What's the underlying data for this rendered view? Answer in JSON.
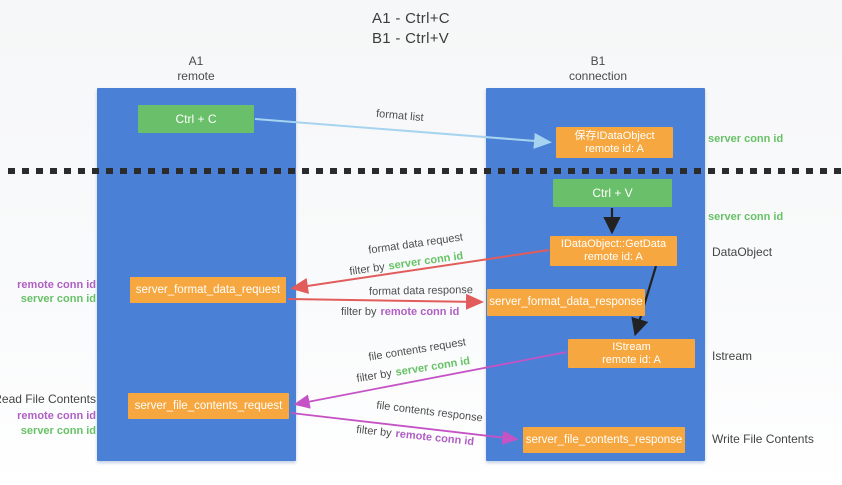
{
  "title": {
    "line1": "A1 - Ctrl+C",
    "line2": "B1 - Ctrl+V"
  },
  "columns": {
    "a": {
      "name": "A1",
      "role": "remote"
    },
    "b": {
      "name": "B1",
      "role": "connection"
    }
  },
  "boxes": {
    "ctrl_c": {
      "label": "Ctrl + C"
    },
    "save_idataobject": {
      "line1": "保存IDataObject",
      "line2": "remote id: A"
    },
    "ctrl_v": {
      "label": "Ctrl + V"
    },
    "getdata": {
      "line1": "IDataObject::GetData",
      "line2": "remote id: A"
    },
    "server_format_data_request": {
      "label": "server_format_data_request"
    },
    "server_format_data_response": {
      "label": "server_format_data_response"
    },
    "istream": {
      "line1": "IStream",
      "line2": "remote id: A"
    },
    "server_file_contents_request": {
      "label": "server_file_contents_request"
    },
    "server_file_contents_response": {
      "label": "server_file_contents_response"
    }
  },
  "arrow_labels": {
    "format_list": "format list",
    "format_data_request": "format data request",
    "format_data_response": "format data response",
    "file_contents_request": "file contents request",
    "file_contents_response": "file contents response",
    "filter_prefix": "filter by",
    "server_conn_id": "server conn id",
    "remote_conn_id": "remote conn id"
  },
  "side_labels": {
    "right_server_conn_id_1": "server conn id",
    "right_server_conn_id_2": "server conn id",
    "right_dataobject": "DataObject",
    "right_istream": "Istream",
    "right_write_file_contents": "Write File Contents",
    "left_remote_conn_id_1": "remote conn id",
    "left_server_conn_id_1": "server conn id",
    "left_read_file_contents": "Read File Contents",
    "left_remote_conn_id_2": "remote conn id",
    "left_server_conn_id_2": "server conn id"
  },
  "colors": {
    "column_blue": "#4a80d6",
    "box_green": "#6abf6a",
    "box_orange": "#f7a73f",
    "text_green": "#67c267",
    "text_purple": "#b05fc4",
    "arrow_red": "#e25c5c",
    "arrow_magenta": "#c653c6",
    "arrow_lightblue": "#a6d3ef",
    "arrow_black": "#222222",
    "dashed_divider": "#2b2b2b"
  }
}
